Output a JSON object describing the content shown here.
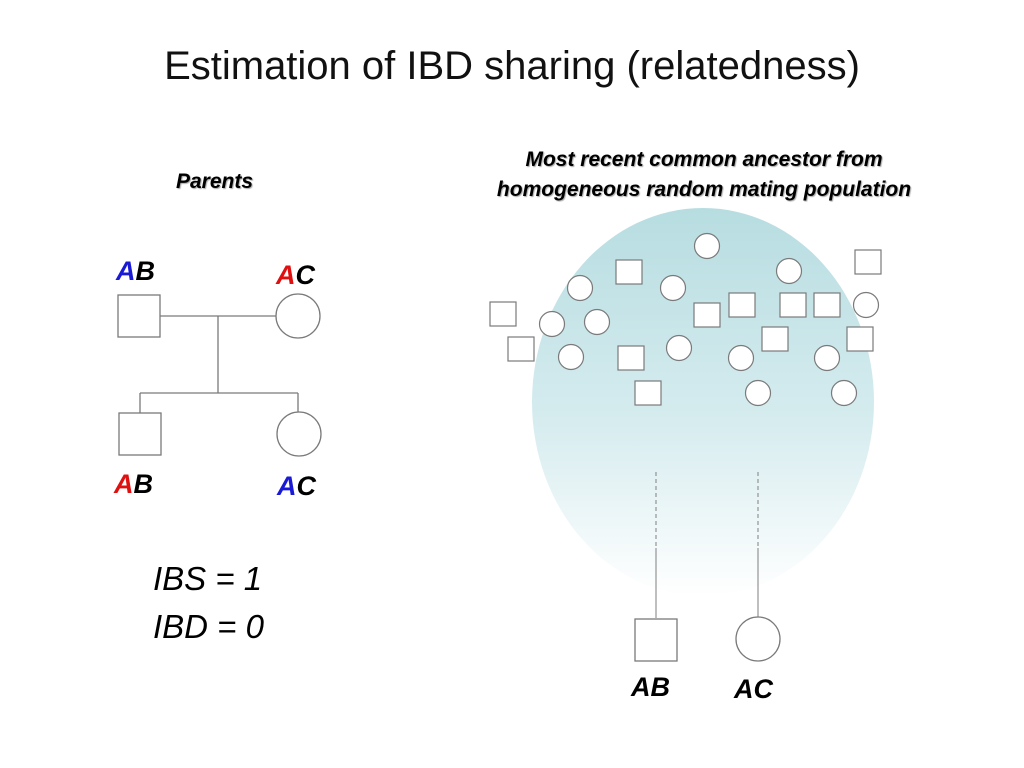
{
  "title": "Estimation of IBD sharing (relatedness)",
  "left_panel": {
    "heading": "Parents",
    "father": {
      "allele1": "A",
      "allele2": "B",
      "allele1_color": "#1a1ad6",
      "allele2_color": "#000000"
    },
    "mother": {
      "allele1": "A",
      "allele2": "C",
      "allele1_color": "#e01010",
      "allele2_color": "#000000"
    },
    "child1": {
      "allele1": "A",
      "allele2": "B",
      "allele1_color": "#e01010",
      "allele2_color": "#000000"
    },
    "child2": {
      "allele1": "A",
      "allele2": "C",
      "allele1_color": "#1a1ad6",
      "allele2_color": "#000000"
    },
    "ibs": "IBS = 1",
    "ibd": "IBD = 0"
  },
  "right_panel": {
    "heading_line1": "Most recent common ancestor from",
    "heading_line2": "homogeneous random mating population",
    "population_fill_top": "#b7dde1",
    "individual1_genotype": "AB",
    "individual2_genotype": "AC"
  }
}
